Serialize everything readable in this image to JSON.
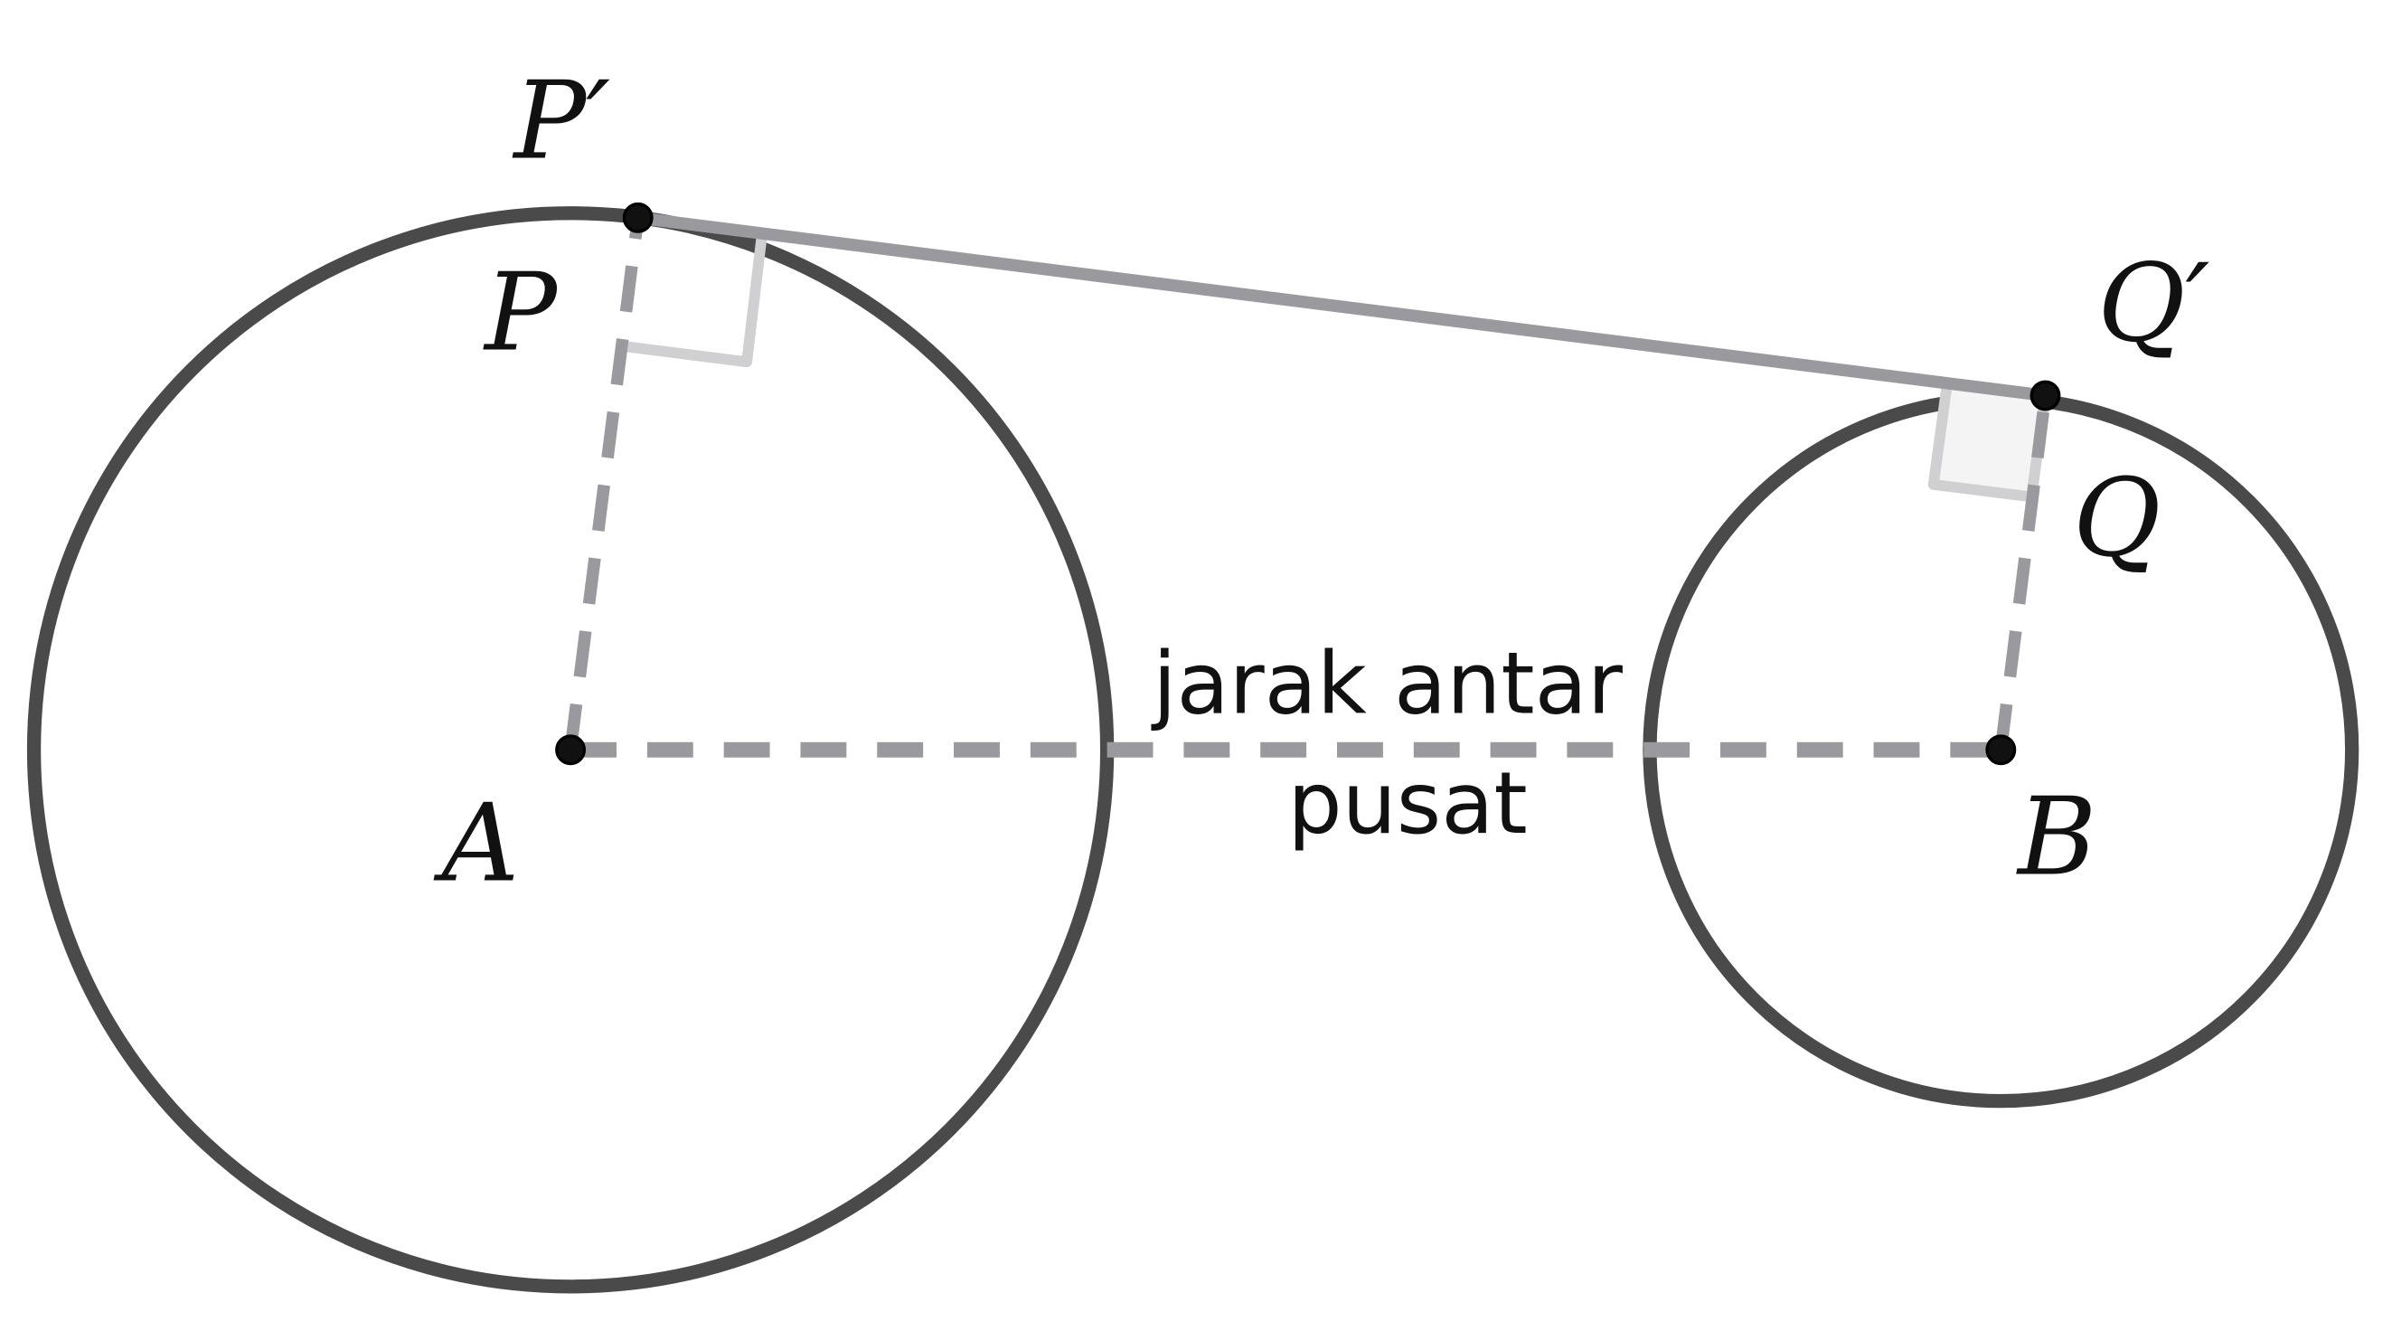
{
  "labels": {
    "p_prime": "P′",
    "p": "P",
    "q_prime": "Q′",
    "q": "Q",
    "a": "A",
    "b": "B"
  },
  "center_distance_label": {
    "line1": "jarak antar",
    "line2": "pusat"
  },
  "colors": {
    "circle": "#4a4a4a",
    "tangent": "#9a9a9e",
    "dashed": "#9a9a9e",
    "right_angle": "#d0d0d2",
    "point": "#111111"
  }
}
